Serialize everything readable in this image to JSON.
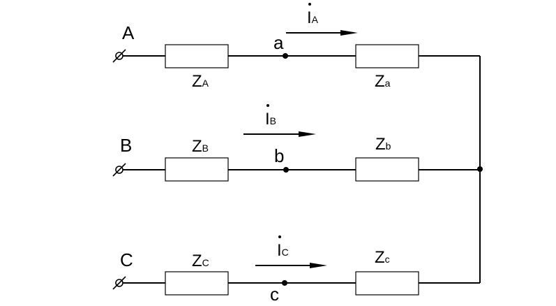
{
  "diagram": {
    "phases": [
      {
        "terminal": "A",
        "node": "a",
        "source_impedance": {
          "main": "Z",
          "sub": "A"
        },
        "load_impedance": {
          "main": "Z",
          "sub": "a"
        },
        "current": {
          "main": "I",
          "sub": "A"
        }
      },
      {
        "terminal": "B",
        "node": "b",
        "source_impedance": {
          "main": "Z",
          "sub": "B"
        },
        "load_impedance": {
          "main": "Z",
          "sub": "b"
        },
        "current": {
          "main": "I",
          "sub": "B"
        }
      },
      {
        "terminal": "C",
        "node": "c",
        "source_impedance": {
          "main": "Z",
          "sub": "C"
        },
        "load_impedance": {
          "main": "Z",
          "sub": "c"
        },
        "current": {
          "main": "I",
          "sub": "C"
        }
      }
    ]
  }
}
